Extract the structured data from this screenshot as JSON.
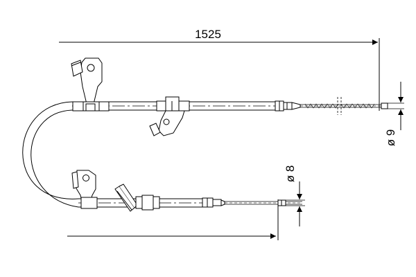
{
  "dimensions": {
    "length": "1525",
    "upper_cable_diameter": "ø 9",
    "lower_cable_diameter": "ø 8"
  },
  "colors": {
    "line": "#000000",
    "background": "#ffffff"
  }
}
